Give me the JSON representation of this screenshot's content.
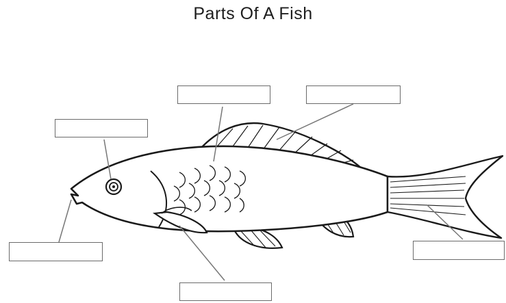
{
  "title": "Parts Of A Fish",
  "label_boxes": [
    {
      "name": "label-box-eye",
      "value": ""
    },
    {
      "name": "label-box-scales",
      "value": ""
    },
    {
      "name": "label-box-dorsal-fin",
      "value": ""
    },
    {
      "name": "label-box-mouth",
      "value": ""
    },
    {
      "name": "label-box-gill",
      "value": ""
    },
    {
      "name": "label-box-tail-fin",
      "value": ""
    }
  ],
  "colors": {
    "line": "#1a1a1a",
    "leader": "#777777",
    "box_border": "#6a6a6a"
  }
}
